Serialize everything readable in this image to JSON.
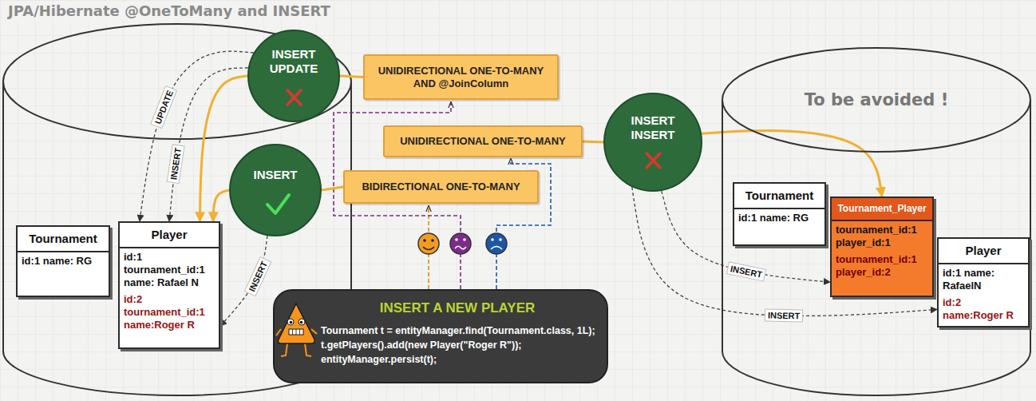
{
  "diagram": {
    "title": "JPA/Hibernate @OneToMany and INSERT",
    "nodes": [
      {
        "text": [
          "INSERT UPDATE"
        ]
      },
      {
        "text": [
          "UNIDIRECTIONAL ONE-TO-MANY AND @JoinColumn"
        ]
      },
      {
        "text": [
          "To be avoided !"
        ]
      },
      {
        "text": [
          "UNIDIRECTIONAL ONE-TO-MANY"
        ]
      },
      {
        "text": [
          "INSERT INSERT"
        ]
      },
      {
        "text": [
          "INSERT"
        ]
      },
      {
        "text": [
          "BIDIRECTIONAL ONE-TO-MANY"
        ]
      },
      {
        "text": [
          "Tournament",
          "id:1 name: RG"
        ]
      },
      {
        "text": [
          "Player",
          "id:1 tournament_id:1 name: Rafael N",
          "id:2 tournament_id:1 name:Roger R"
        ]
      },
      {
        "text": [
          "Tournament",
          "id:1 name: RG"
        ],
        "in": 2
      },
      {
        "text": [
          "Tournament_Player",
          "tournament_id:1 player_id:1",
          "tournament_id:1 player_id:2"
        ],
        "in": 2
      },
      {
        "text": [
          "Player",
          "id:1 name: RafaelN",
          "id:2 name:Roger R"
        ],
        "in": 2
      },
      {
        "text": [
          "INSERT A NEW PLAYER",
          "Tournament t = entityManager.find(Tournament.class, 1L);",
          "t.getPlayers().add(new Player(\"Roger R\"));",
          "entityManager.persist(t);"
        ]
      }
    ],
    "edges": [
      {
        "from": 1,
        "to": 0,
        "arrow": "none"
      },
      {
        "from": 0,
        "to": 8,
        "arrow": "to"
      },
      {
        "from": 0,
        "to": 8,
        "arrow": "to",
        "label": "UPDATE"
      },
      {
        "from": 0,
        "to": 8,
        "arrow": "to",
        "label": "INSERT"
      },
      {
        "from": 6,
        "to": 5,
        "arrow": "none"
      },
      {
        "from": 5,
        "to": 8,
        "arrow": "to"
      },
      {
        "from": 5,
        "to": 8,
        "arrow": "to",
        "label": "INSERT"
      },
      {
        "from": 3,
        "to": 4,
        "arrow": "none"
      },
      {
        "from": 4,
        "to": 10,
        "arrow": "to"
      },
      {
        "from": 4,
        "to": 10,
        "arrow": "to",
        "label": "INSERT"
      },
      {
        "from": 4,
        "to": 11,
        "arrow": "to",
        "label": "INSERT"
      }
    ]
  }
}
